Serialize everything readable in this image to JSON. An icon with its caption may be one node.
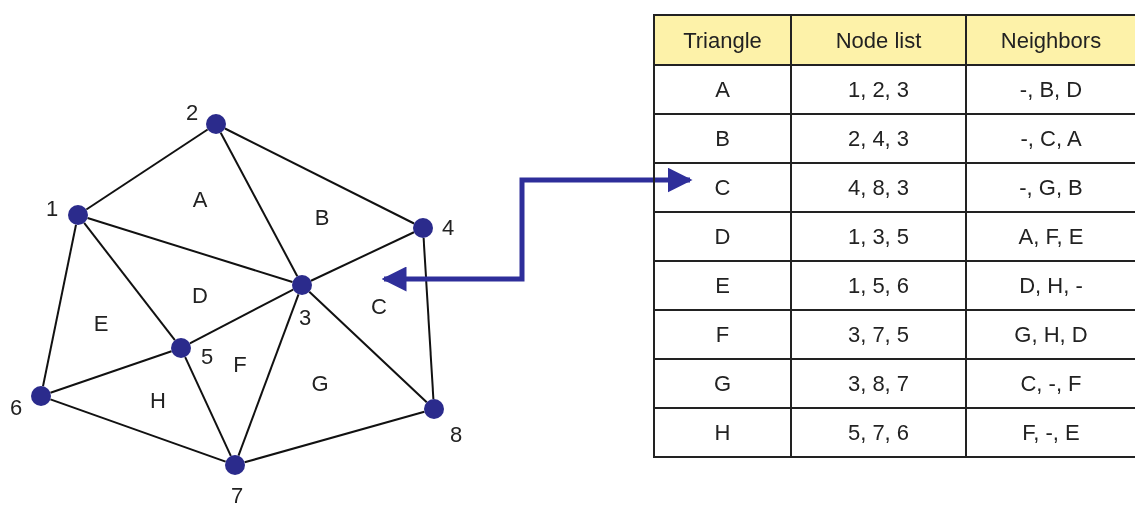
{
  "diagram": {
    "nodes": [
      {
        "text": [],
        "shape": "circle",
        "beside": [
          "1"
        ]
      },
      {
        "text": [],
        "shape": "circle",
        "beside": [
          "2"
        ]
      },
      {
        "text": [],
        "shape": "circle",
        "beside": [
          "3"
        ]
      },
      {
        "text": [],
        "shape": "circle",
        "beside": [
          "4"
        ]
      },
      {
        "text": [],
        "shape": "circle",
        "beside": [
          "5"
        ]
      },
      {
        "text": [],
        "shape": "circle",
        "beside": [
          "6"
        ]
      },
      {
        "text": [],
        "shape": "circle",
        "beside": [
          "7"
        ]
      },
      {
        "text": [],
        "shape": "circle",
        "beside": [
          "8"
        ]
      },
      {
        "text": [
          "C"
        ]
      },
      {
        "text": [
          "C"
        ]
      }
    ],
    "edges": [
      {
        "from": 0,
        "to": 1,
        "arrow": "none"
      },
      {
        "from": 1,
        "to": 2,
        "arrow": "none"
      },
      {
        "from": 0,
        "to": 2,
        "arrow": "none"
      },
      {
        "from": 1,
        "to": 3,
        "arrow": "none"
      },
      {
        "from": 3,
        "to": 2,
        "arrow": "none"
      },
      {
        "from": 0,
        "to": 4,
        "arrow": "none"
      },
      {
        "from": 2,
        "to": 4,
        "arrow": "none"
      },
      {
        "from": 0,
        "to": 5,
        "arrow": "none"
      },
      {
        "from": 4,
        "to": 5,
        "arrow": "none"
      },
      {
        "from": 3,
        "to": 7,
        "arrow": "none"
      },
      {
        "from": 2,
        "to": 7,
        "arrow": "none"
      },
      {
        "from": 2,
        "to": 6,
        "arrow": "none"
      },
      {
        "from": 4,
        "to": 6,
        "arrow": "none"
      },
      {
        "from": 5,
        "to": 6,
        "arrow": "none"
      },
      {
        "from": 6,
        "to": 7,
        "arrow": "none"
      },
      {
        "from": 9,
        "to": 8,
        "arrow": "both",
        "style": "thick",
        "color": "#2e2e9a"
      }
    ],
    "labels": [
      "A",
      "B",
      "D",
      "E",
      "F",
      "G",
      "H",
      "Triangle",
      "Node list",
      "Neighbors",
      "A",
      "1, 2, 3",
      "-, B, D",
      "B",
      "2, 4, 3",
      "-, C, A",
      "4, 8, 3",
      "-, G, B",
      "D",
      "1, 3, 5",
      "A, F, E",
      "E",
      "1, 5, 6",
      "D, H, -",
      "F",
      "3, 7, 5",
      "G, H, D",
      "G",
      "3, 8, 7",
      "C, -, F",
      "H",
      "5, 7, 6",
      "F, -, E"
    ]
  }
}
